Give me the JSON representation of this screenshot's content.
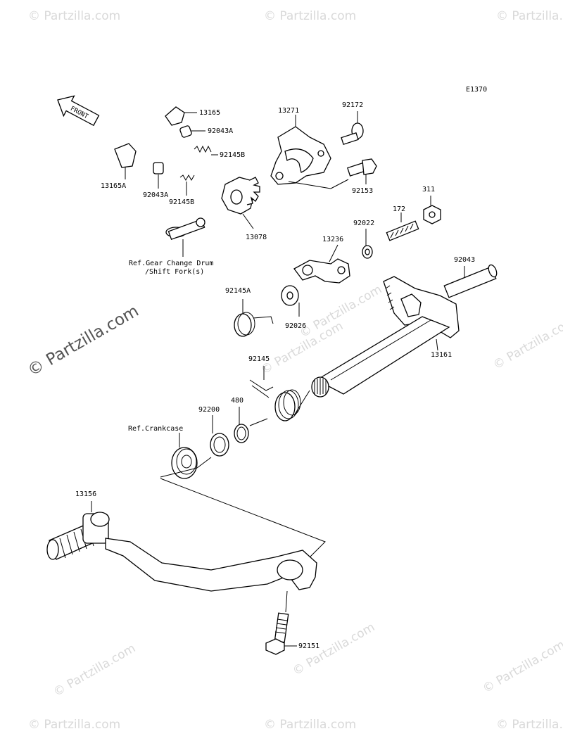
{
  "diagram_code": "E1370",
  "front_label": "FRONT",
  "watermark": "© Partzilla.com",
  "labels": {
    "p13165": "13165",
    "p92043A_top": "92043A",
    "p92145B_top": "92145B",
    "p13165A": "13165A",
    "p92043A": "92043A",
    "p92145B": "92145B",
    "p13078": "13078",
    "p13271": "13271",
    "p92172": "92172",
    "p92153": "92153",
    "p311": "311",
    "p172": "172",
    "p92022": "92022",
    "p13236": "13236",
    "p92043": "92043",
    "p92145A": "92145A",
    "p92026": "92026",
    "p13161": "13161",
    "p92145": "92145",
    "p480": "480",
    "p92200": "92200",
    "p13156": "13156",
    "p92151": "92151"
  },
  "refs": {
    "gear_drum_line1": "Ref.Gear Change Drum",
    "gear_drum_line2": "/Shift Fork(s)",
    "crankcase": "Ref.Crankcase"
  }
}
